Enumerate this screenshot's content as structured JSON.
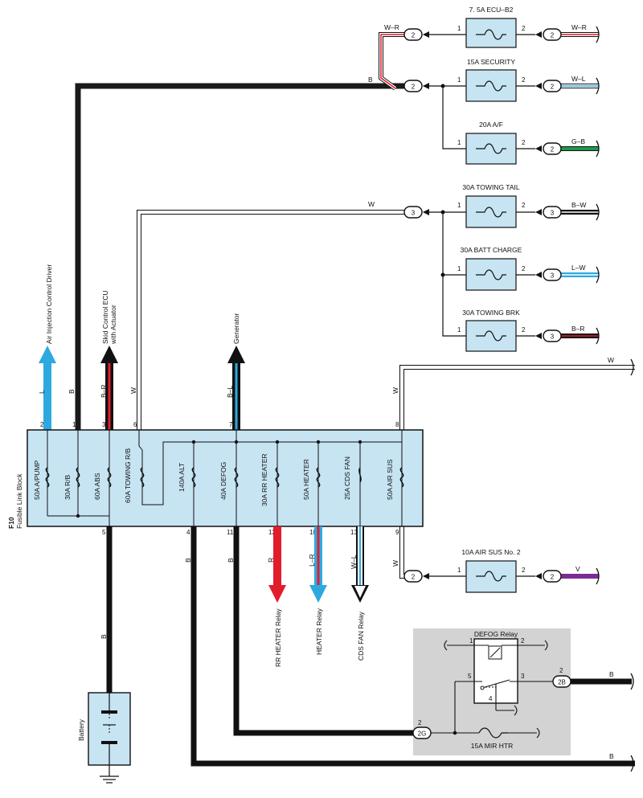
{
  "fusible_block": {
    "id": "F10",
    "name": "Fusible Link Block",
    "fuses": [
      "50A A/PUMP",
      "30A R/B",
      "60A ABS",
      "60A TOWING R/B",
      "140A ALT",
      "40A DEFOG",
      "30A RR HEATER",
      "50A HEATER",
      "25A CDS FAN",
      "50A AIR SUS"
    ],
    "top_pins": [
      "2",
      "1",
      "3",
      "6",
      "7",
      "8"
    ],
    "bottom_pins": [
      "5",
      "4",
      "11",
      "12",
      "10",
      "13",
      "9"
    ]
  },
  "fuses_right": [
    {
      "label": "7. 5A ECU–B2",
      "pin_in": "1",
      "pin_out": "2",
      "conn_in": "2",
      "conn_out": "2",
      "wire_out": "W–R"
    },
    {
      "label": "15A SECURITY",
      "pin_in": "1",
      "pin_out": "2",
      "conn_in": "2",
      "conn_out": "2",
      "wire_out": "W–L"
    },
    {
      "label": "20A A/F",
      "pin_in": "1",
      "pin_out": "2",
      "conn_out": "2",
      "wire_out": "G–B"
    },
    {
      "label": "30A TOWING TAIL",
      "pin_in": "1",
      "pin_out": "2",
      "conn_in": "3",
      "conn_out": "3",
      "wire_out": "B–W"
    },
    {
      "label": "30A BATT CHARGE",
      "pin_in": "1",
      "pin_out": "2",
      "conn_out": "3",
      "wire_out": "L–W"
    },
    {
      "label": "30A TOWING BRK",
      "pin_in": "1",
      "pin_out": "2",
      "conn_out": "3",
      "wire_out": "B–R"
    },
    {
      "label": "10A AIR SUS No. 2",
      "pin_in": "1",
      "pin_out": "2",
      "conn_in": "2",
      "conn_out": "2",
      "wire_out": "V"
    }
  ],
  "wire_labels": {
    "wr_top": "W–R",
    "b_top": "B",
    "w_mid": "W",
    "w_right": "W",
    "l": "L",
    "b": "B",
    "br": "B–R",
    "w6": "W",
    "bl": "B–L",
    "w8": "W",
    "b5": "B",
    "b4": "B",
    "b11": "B",
    "r12": "R",
    "lr10": "L–R",
    "wl13": "W–L",
    "w9": "W",
    "b_2b": "B",
    "b_bottom": "B"
  },
  "destinations": {
    "air_injection": "Air Injection Control Driver",
    "skid_control_1": "Skid Control ECU",
    "skid_control_2": "with Actuator",
    "generator": "Generator",
    "rr_heater": "RR HEATER Relay",
    "heater": "HEATER Relay",
    "cds_fan": "CDS FAN Relay",
    "battery": "Battery"
  },
  "defog_relay": {
    "title": "DEFOG Relay",
    "pins": [
      "1",
      "2",
      "5",
      "3",
      "4"
    ],
    "conn_2b": "2B",
    "conn_2b_pin": "2",
    "conn_2g": "2G",
    "conn_2g_pin": "2",
    "fuse": "15A MIR HTR"
  },
  "colors": {
    "fuse_fill": "#c7e4f3",
    "red": "#e21d2b",
    "blue": "#2ea9e0",
    "green": "#1b9a4a",
    "violet": "#7b2d91",
    "relay_bg": "#d3d3d3"
  }
}
